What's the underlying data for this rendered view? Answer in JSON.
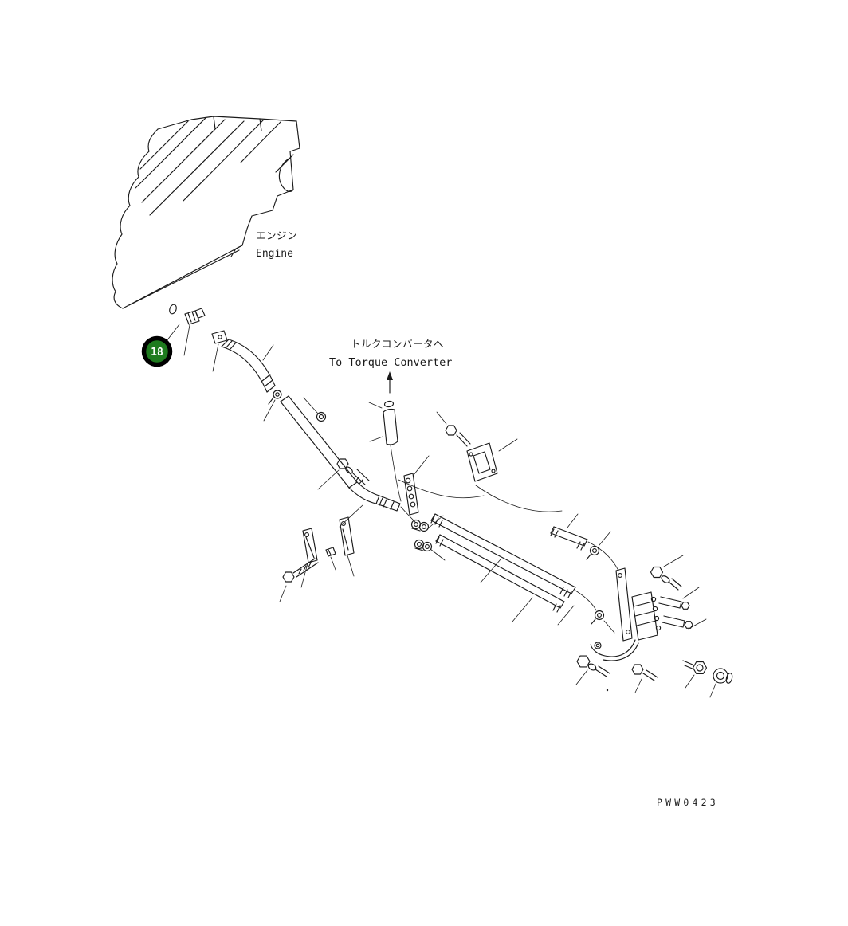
{
  "labels": {
    "engine_jp": "エンジン",
    "engine_en": "Engine",
    "to_torque_converter_jp": "トルクコンバータへ",
    "to_torque_converter_en": "To Torque Converter",
    "drawing_code": "PWW0423"
  },
  "callout": {
    "number": "18"
  },
  "colors": {
    "background": "#ffffff",
    "line": "#1a1a1a",
    "callout_fill": "#1e7b1e",
    "callout_ring": "#000000",
    "callout_text": "#ffffff"
  }
}
